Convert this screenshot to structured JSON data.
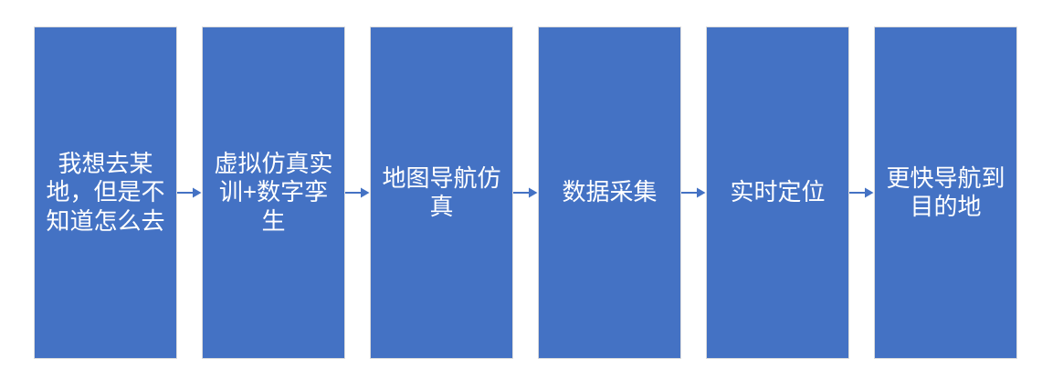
{
  "flow": {
    "colors": {
      "background": "#ffffff",
      "box-fill": "#4472C4",
      "box-border": "#DCDCDC",
      "arrow": "#4472C4",
      "text": "#ffffff"
    },
    "steps": [
      {
        "label": "我想去某\n地，但是不\n知道怎么去"
      },
      {
        "label": "虚拟仿真实\n训+数字孪\n生"
      },
      {
        "label": "地图导航仿\n真"
      },
      {
        "label": "数据采集"
      },
      {
        "label": "实时定位"
      },
      {
        "label": "更快导航到\n目的地"
      }
    ]
  }
}
